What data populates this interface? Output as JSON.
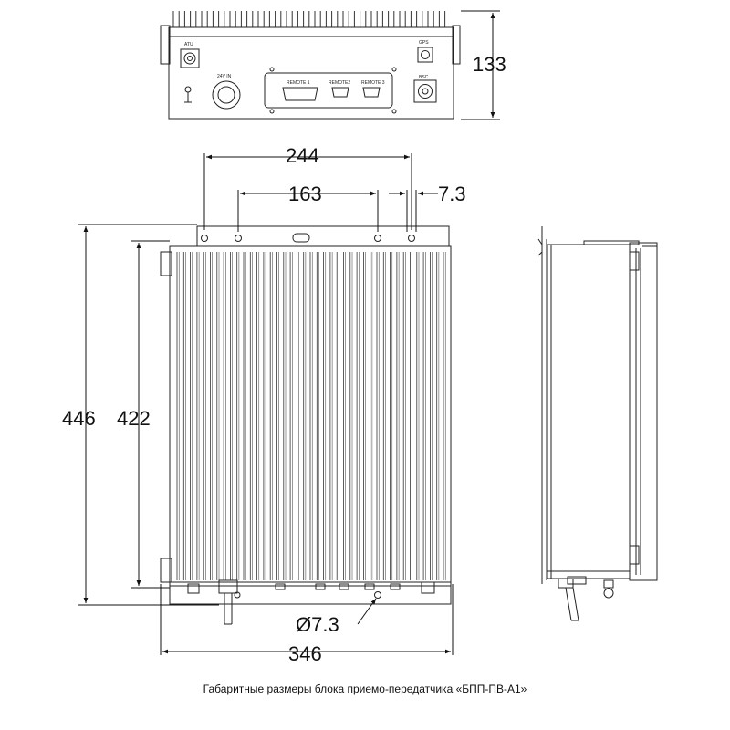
{
  "dimensions": {
    "height_top_view": "133",
    "width_mount_holes": "244",
    "width_inner_holes": "163",
    "offset_small": "7.3",
    "height_overall": "446",
    "height_body": "422",
    "hole_diameter": "Ø7.3",
    "width_overall": "346"
  },
  "connectors": {
    "atu": "ATU",
    "gps": "GPS",
    "power": "24V IN",
    "remote1": "REMOTE 1",
    "remote2": "REMOTE2",
    "remote3": "REMOTE 3",
    "bsc": "BSC"
  },
  "caption": "Габаритные размеры блока приемо-передатчика «БПП-ПВ-А1»"
}
